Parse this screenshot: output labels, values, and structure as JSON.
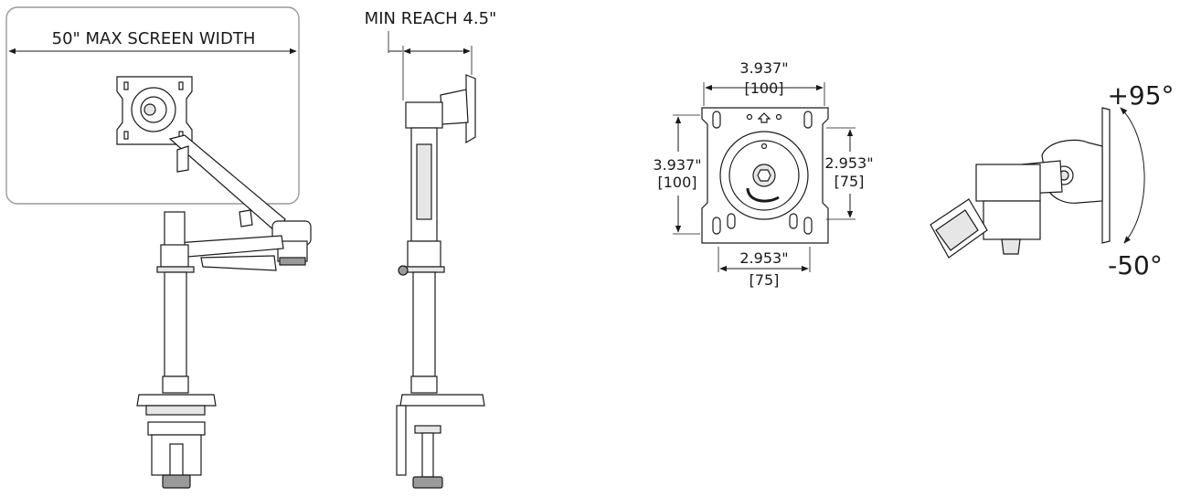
{
  "front_view": {
    "screen_width_label": "50\" MAX SCREEN WIDTH"
  },
  "side_view": {
    "reach_label": "MIN REACH 4.5\""
  },
  "vesa_plate": {
    "top_width": "3.937\"",
    "top_width_mm": "[100]",
    "left_height": "3.937\"",
    "left_height_mm": "[100]",
    "right_height": "2.953\"",
    "right_height_mm": "[75]",
    "bottom_width": "2.953\"",
    "bottom_width_mm": "[75]"
  },
  "tilt_view": {
    "tilt_up_label": "+95°",
    "tilt_down_label": "-50°"
  },
  "colors": {
    "line": "#1a1a1a",
    "frame": "#9a9a9a",
    "part_shade": "#e6e6e6"
  }
}
